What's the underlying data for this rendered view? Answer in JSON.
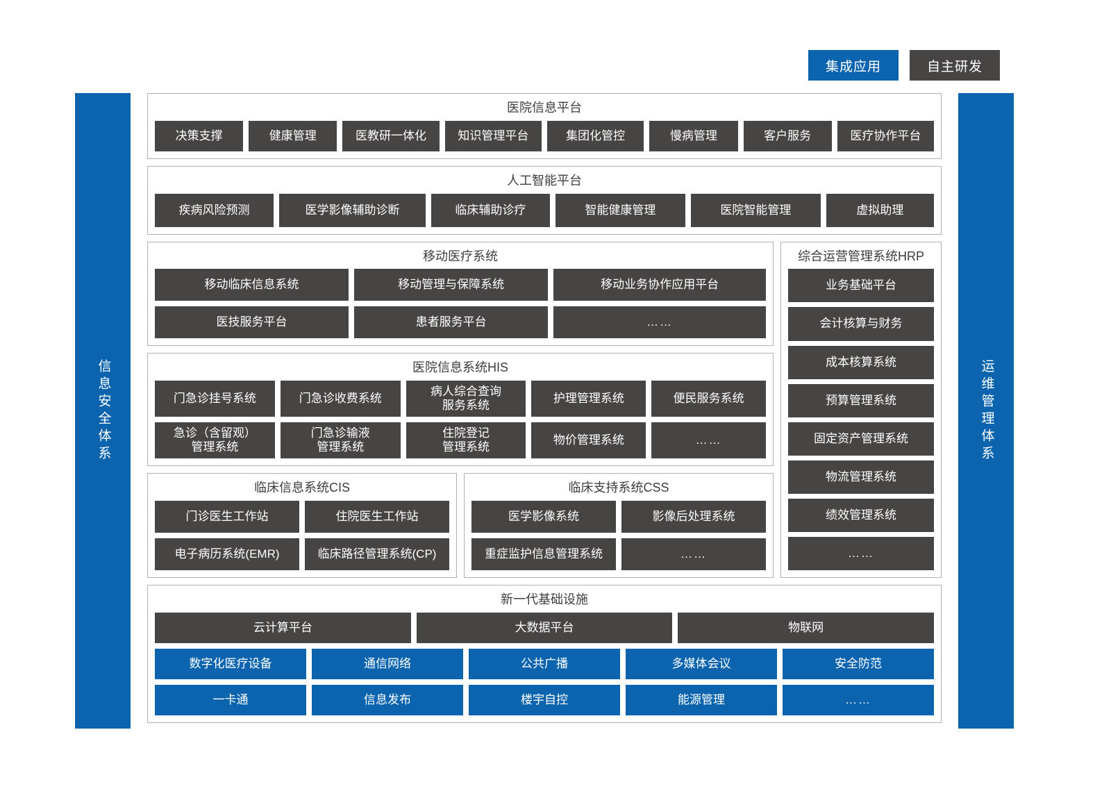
{
  "legend": {
    "integrated": "集成应用",
    "self_developed": "自主研发"
  },
  "sidebars": {
    "left": "信息安全体系",
    "right": "运维管理体系"
  },
  "colors": {
    "blue": "#0C64AE",
    "gray": "#474444",
    "border": "#b0b0b0"
  },
  "hospital_platform": {
    "title": "医院信息平台",
    "items": [
      "决策支撑",
      "健康管理",
      "医教研一体化",
      "知识管理平台",
      "集团化管控",
      "慢病管理",
      "客户服务",
      "医疗协作平台"
    ]
  },
  "ai_platform": {
    "title": "人工智能平台",
    "items": [
      "疾病风险预测",
      "医学影像辅助诊断",
      "临床辅助诊疗",
      "智能健康管理",
      "医院智能管理",
      "虚拟助理"
    ]
  },
  "mobile_medical": {
    "title": "移动医疗系统",
    "row1": [
      "移动临床信息系统",
      "移动管理与保障系统",
      "移动业务协作应用平台"
    ],
    "row2": [
      "医技服务平台",
      "患者服务平台",
      "……"
    ]
  },
  "his": {
    "title": "医院信息系统HIS",
    "row1": [
      "门急诊挂号系统",
      "门急诊收费系统",
      "病人综合查询\n服务系统",
      "护理管理系统",
      "便民服务系统"
    ],
    "row2": [
      "急诊（含留观）\n管理系统",
      "门急诊输液\n管理系统",
      "住院登记\n管理系统",
      "物价管理系统",
      "……"
    ]
  },
  "cis": {
    "title": "临床信息系统CIS",
    "row1": [
      "门诊医生工作站",
      "住院医生工作站"
    ],
    "row2": [
      "电子病历系统(EMR)",
      "临床路径管理系统(CP)"
    ]
  },
  "css": {
    "title": "临床支持系统CSS",
    "row1": [
      "医学影像系统",
      "影像后处理系统"
    ],
    "row2": [
      "重症监护信息管理系统",
      "……"
    ]
  },
  "hrp": {
    "title": "综合运营管理系统HRP",
    "items": [
      "业务基础平台",
      "会计核算与财务",
      "成本核算系统",
      "预算管理系统",
      "固定资产管理系统",
      "物流管理系统",
      "绩效管理系统",
      "……"
    ]
  },
  "infrastructure": {
    "title": "新一代基础设施",
    "row1": [
      "云计算平台",
      "大数据平台",
      "物联网"
    ],
    "row2": [
      "数字化医疗设备",
      "通信网络",
      "公共广播",
      "多媒体会议",
      "安全防范"
    ],
    "row3": [
      "一卡通",
      "信息发布",
      "楼宇自控",
      "能源管理",
      "……"
    ]
  }
}
